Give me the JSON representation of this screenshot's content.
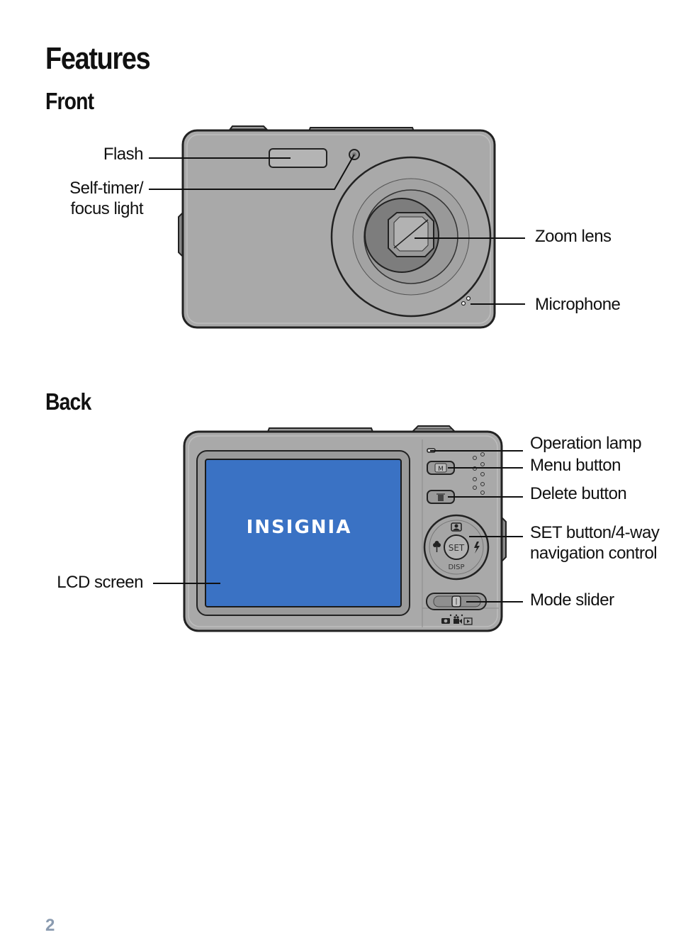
{
  "title": "Features",
  "front": {
    "heading": "Front",
    "labels": {
      "flash": "Flash",
      "self_timer_line1": "Self-timer/",
      "self_timer_line2": "focus light",
      "zoom_lens": "Zoom lens",
      "microphone": "Microphone"
    }
  },
  "back": {
    "heading": "Back",
    "labels": {
      "operation_lamp": "Operation lamp",
      "menu_button": "Menu button",
      "delete_button": "Delete button",
      "set_line1": "SET button/4-way",
      "set_line2": "navigation control",
      "mode_slider": "Mode slider",
      "lcd_screen": "LCD screen"
    },
    "screen_logo": "INSIGNIA",
    "set_text": "SET",
    "disp_text": "DISP",
    "menu_icon_text": "M"
  },
  "page_number": "2",
  "colors": {
    "camera_body": "#a9a9a9",
    "camera_outline": "#222222",
    "lcd_blue": "#3a72c4",
    "page_number": "#8a9bb0"
  },
  "icons": [
    "trash-icon",
    "macro-flower-icon",
    "flash-bolt-icon",
    "portrait-icon",
    "camera-icon",
    "video-icon",
    "playback-icon"
  ]
}
